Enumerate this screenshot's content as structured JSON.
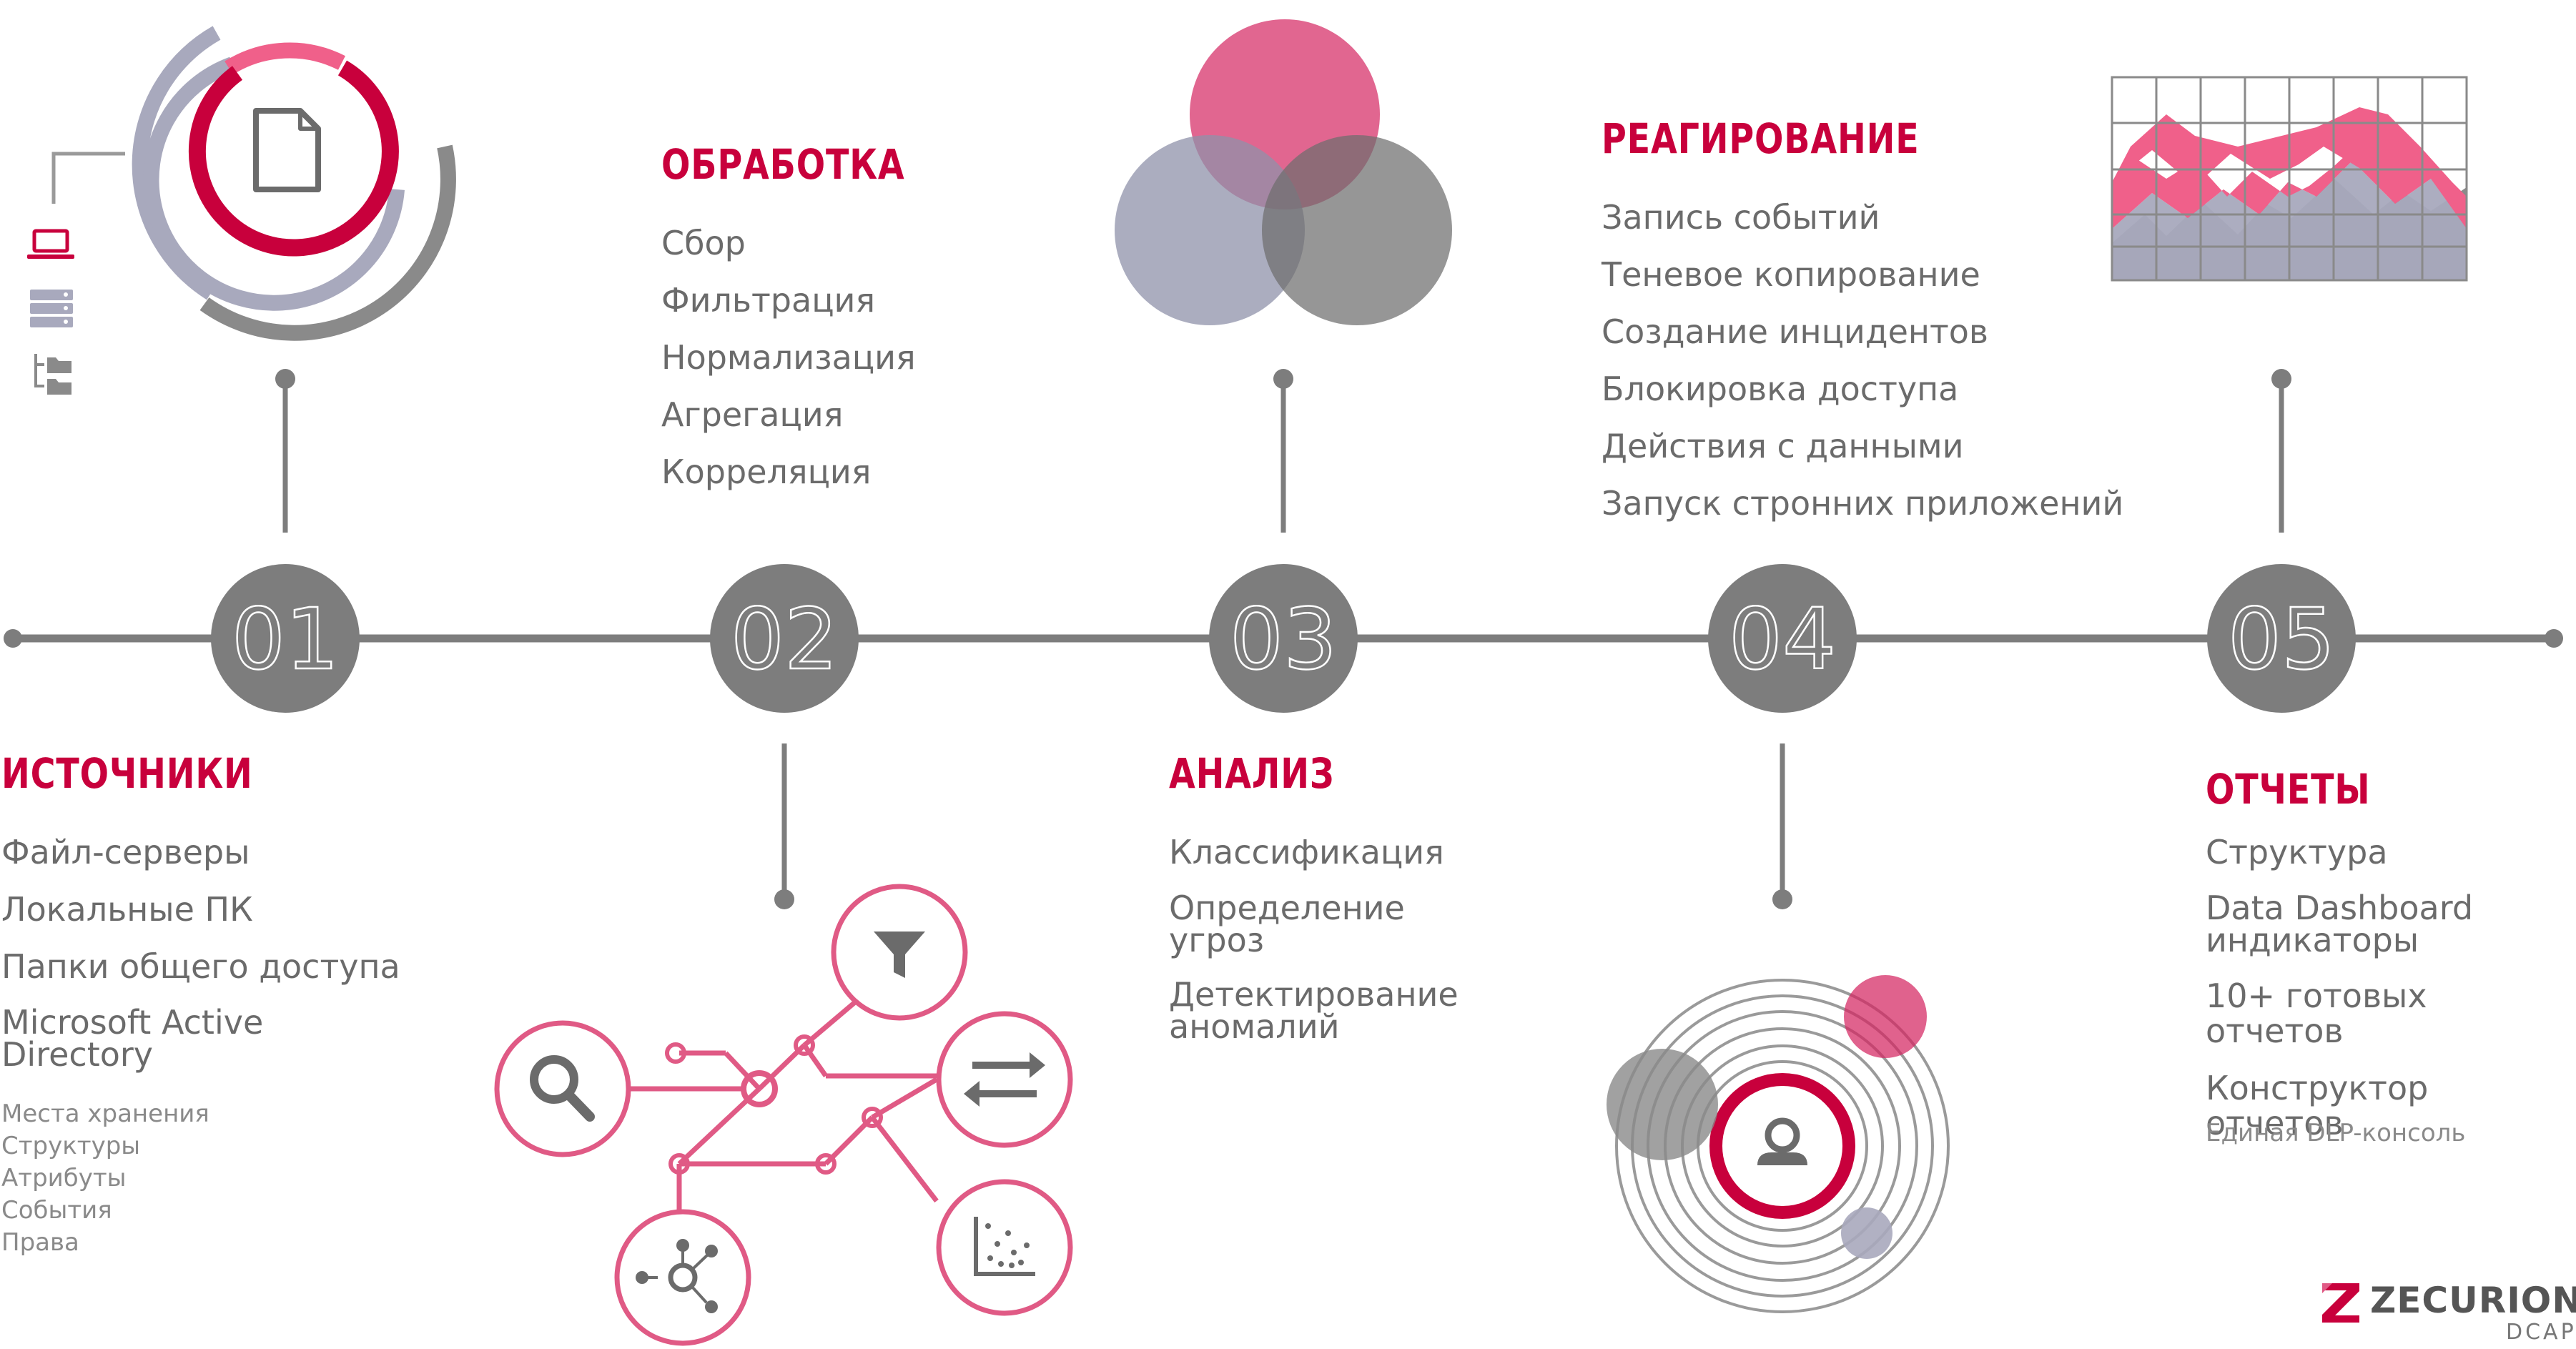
{
  "steps": [
    {
      "num": "01",
      "title": "ИСТОЧНИКИ",
      "items": [
        "Файл-серверы",
        "Локальные ПК",
        "Папки общего доступа",
        "Microsoft Active Directory"
      ],
      "subitems": [
        "Места хранения",
        "Структуры",
        "Атрибуты",
        "События",
        "Права"
      ]
    },
    {
      "num": "02",
      "title": "ОБРАБОТКА",
      "items": [
        "Сбор",
        "Фильтрация",
        "Нормализация",
        "Агрегация",
        "Корреляция"
      ]
    },
    {
      "num": "03",
      "title": "АНАЛИЗ",
      "items": [
        "Классификация",
        "Определение угроз",
        "Детектирование аномалий"
      ]
    },
    {
      "num": "04",
      "title": "РЕАГИРОВАНИЕ",
      "items": [
        "Запись событий",
        "Теневое копирование",
        "Создание инцидентов",
        "Блокировка доступа",
        "Действия с данными",
        "Запуск стронних приложений"
      ]
    },
    {
      "num": "05",
      "title": "ОТЧЕТЫ",
      "items": [
        "Структура",
        "Data Dashboard индикаторы",
        "10+ готовых отчетов",
        "Конструктор отчетов"
      ],
      "note": "Единая DLP-консоль"
    }
  ],
  "logo": {
    "name": "ZECURION",
    "sub": "DCAP"
  },
  "colors": {
    "accent": "#c8003c",
    "pink": "#e05a85",
    "gray": "#808080",
    "lightgray": "#a8a9bd",
    "dark": "#6b6b6b"
  },
  "icons": [
    "document-icon",
    "laptop-icon",
    "server-icon",
    "folder-tree-icon",
    "filter-icon",
    "search-icon",
    "swap-arrows-icon",
    "scatter-chart-icon",
    "network-icon",
    "user-icon"
  ]
}
